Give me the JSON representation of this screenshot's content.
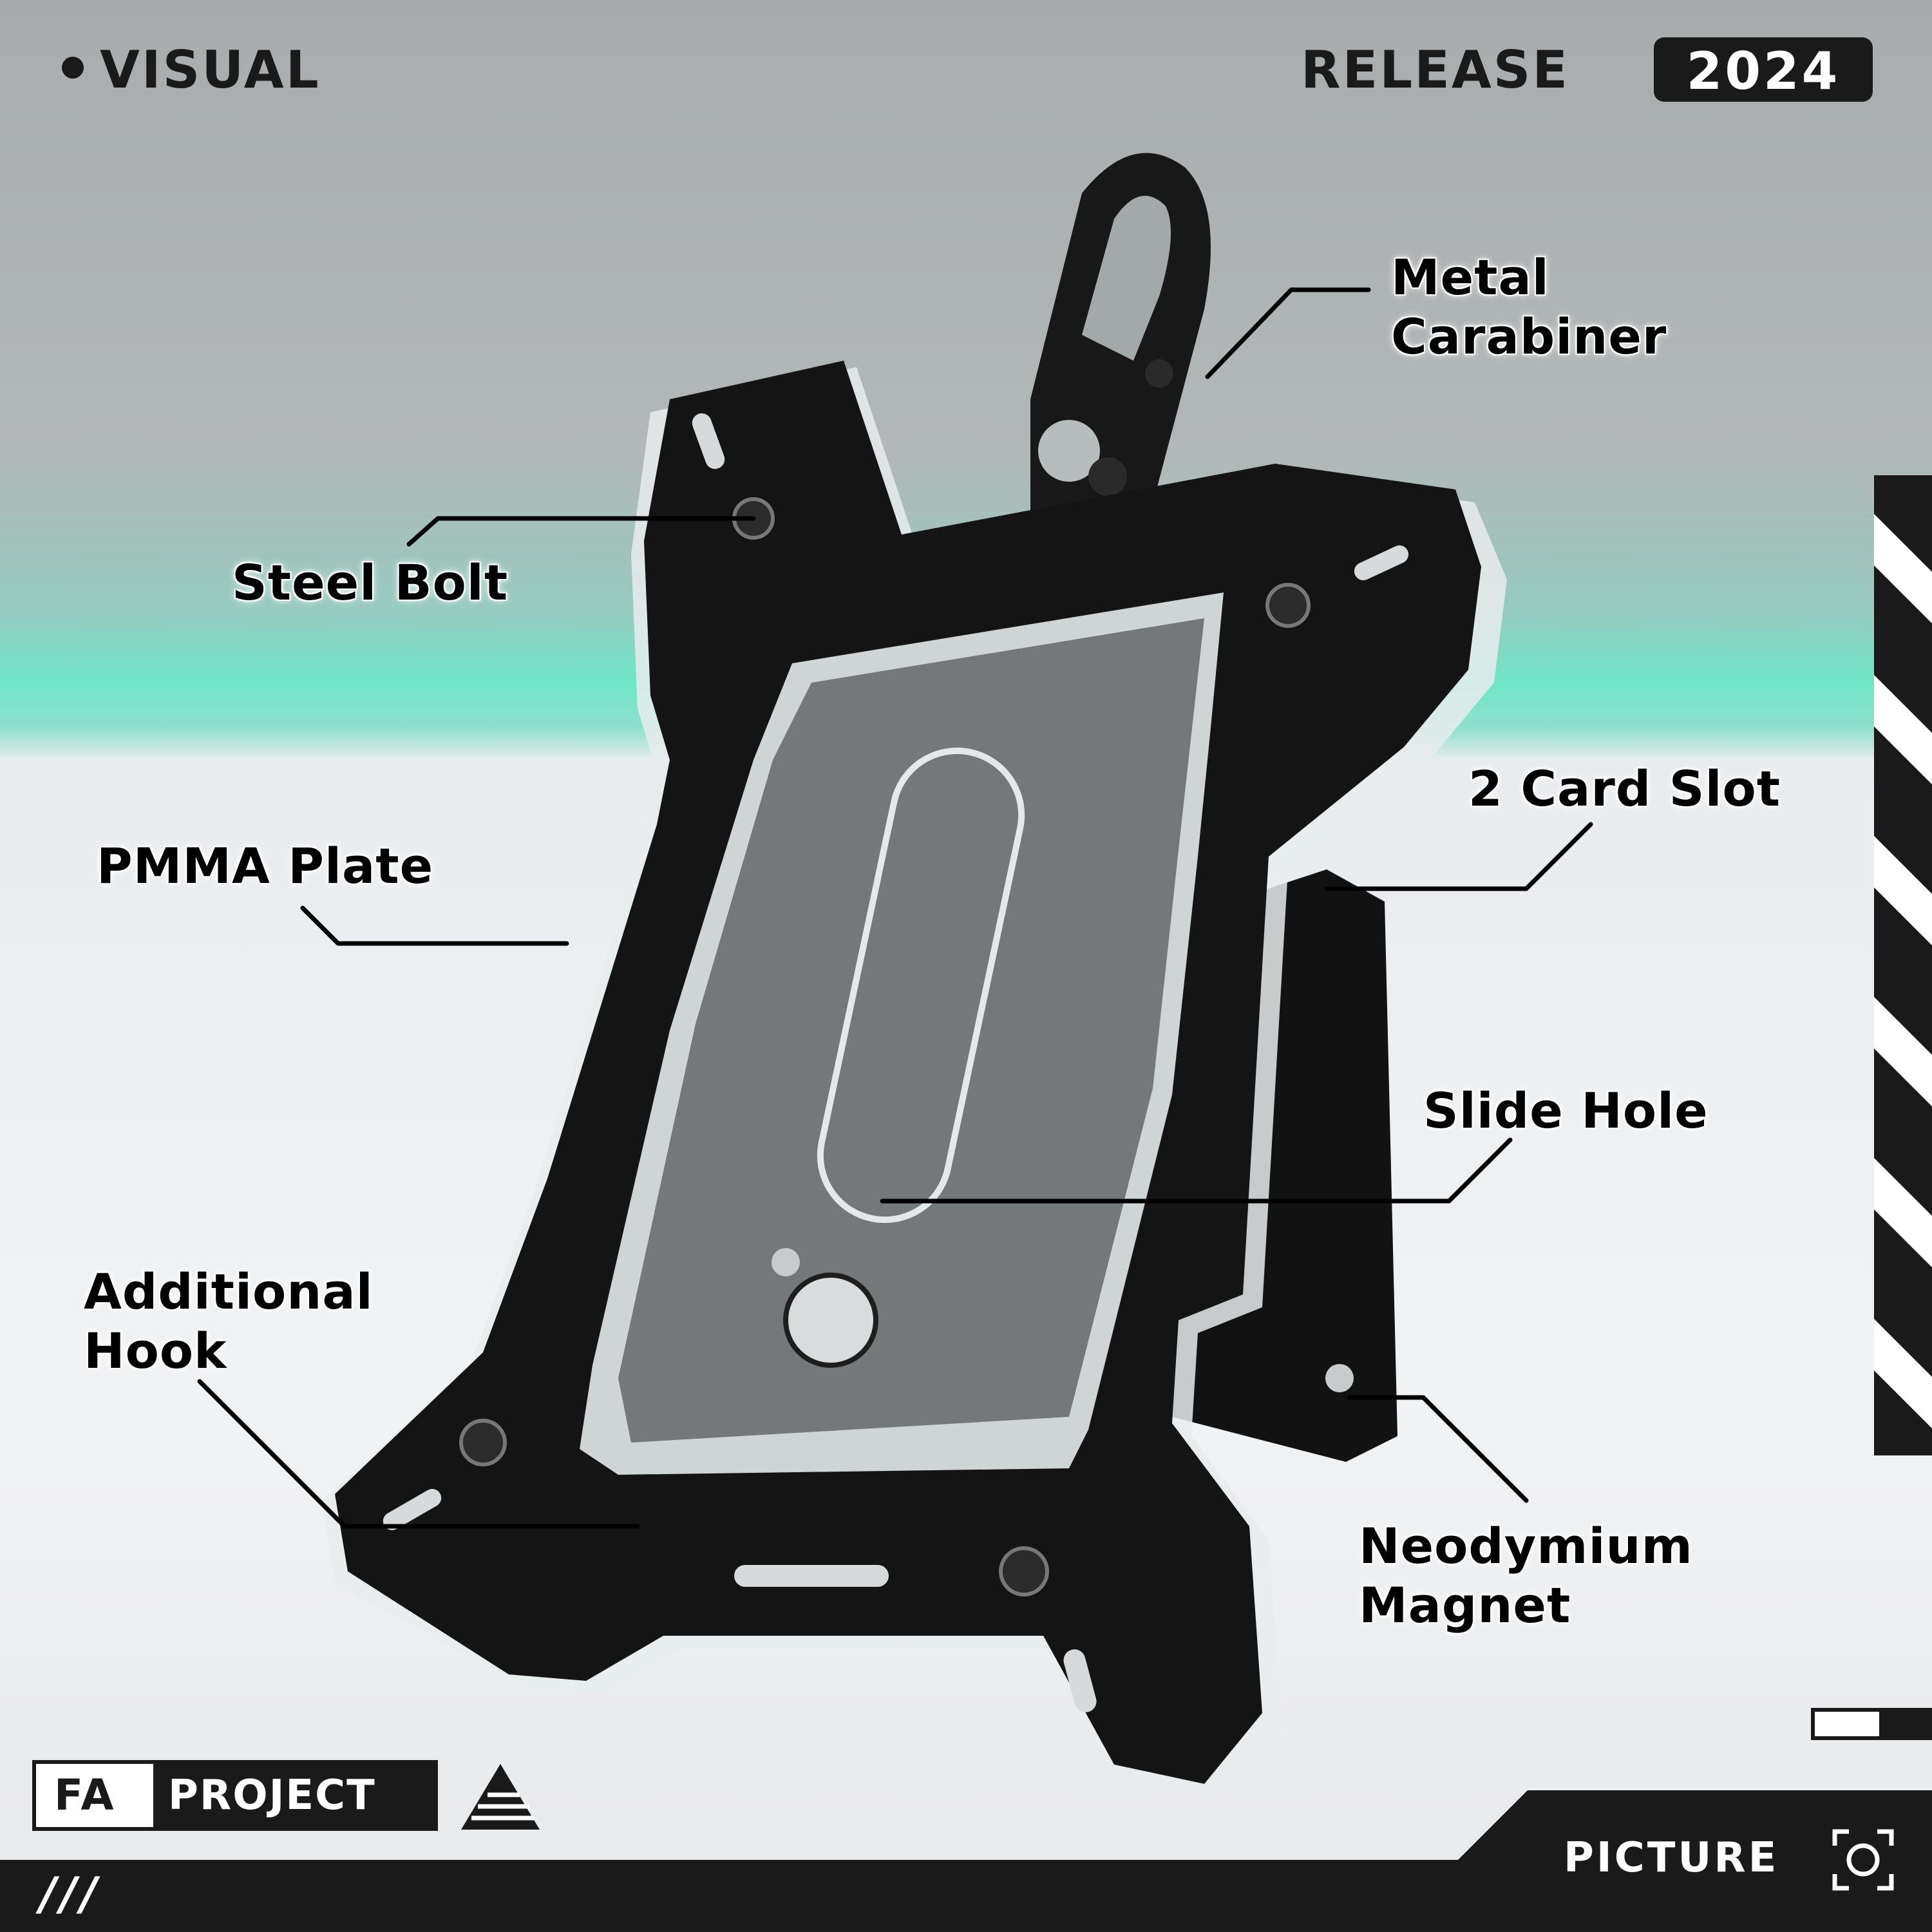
{
  "header": {
    "visual_label": "VISUAL",
    "release_label": "RELEASE",
    "release_year": "2024"
  },
  "callouts": {
    "metal_carabiner_line1": "Metal",
    "metal_carabiner_line2": "Carabiner",
    "steel_bolt": "Steel Bolt",
    "card_slot": "2 Card Slot",
    "pmma_plate": "PMMA Plate",
    "slide_hole": "Slide Hole",
    "additional_hook_line1": "Additional",
    "additional_hook_line2": "Hook",
    "neodymium_magnet_line1": "Neodymium",
    "neodymium_magnet_line2": "Magnet"
  },
  "footer": {
    "brand_fa": "FA",
    "brand_project": "PROJECT",
    "picture_label": "PICTURE",
    "slashes": "///"
  },
  "colors": {
    "accent_mint": "#6fe6c6",
    "dark": "#1a1a1a",
    "background_grey": "#b2b7b7"
  }
}
